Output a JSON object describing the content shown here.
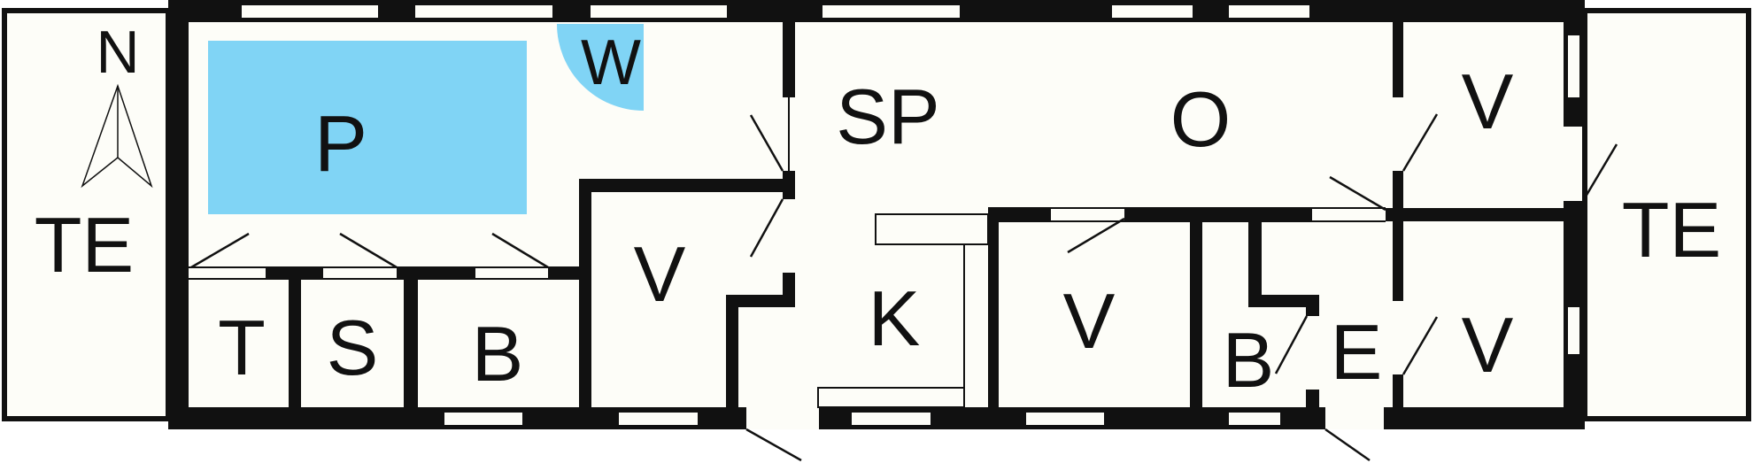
{
  "compass": {
    "north_label": "N"
  },
  "colors": {
    "water": "#80d4f5",
    "wall": "#111111",
    "floor": "#fdfdf8"
  },
  "rooms": {
    "terrace_west": "TE",
    "pool": "P",
    "whirlpool": "W",
    "dining": "SP",
    "living": "O",
    "bedroom_ne": "V",
    "terrace_east": "TE",
    "toilet": "T",
    "sauna": "S",
    "bath_west": "B",
    "bedroom_w": "V",
    "kitchen": "K",
    "bedroom_mid": "V",
    "bath_east": "B",
    "entrance": "E",
    "bedroom_se": "V"
  }
}
